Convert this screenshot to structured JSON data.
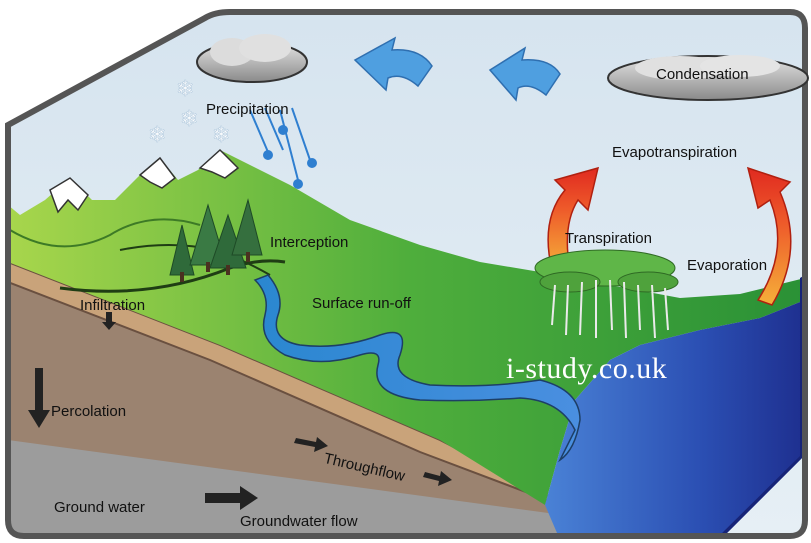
{
  "labels": {
    "condensation": "Condensation",
    "precipitation": "Precipitation",
    "evapotranspiration": "Evapotranspiration",
    "transpiration": "Transpiration",
    "evaporation": "Evaporation",
    "interception": "Interception",
    "infiltration": "Infiltration",
    "surface_runoff": "Surface run-off",
    "percolation": "Percolation",
    "throughflow": "Throughflow",
    "ground_water": "Ground water",
    "groundwater_flow": "Groundwater flow"
  },
  "watermark": "i-study.co.uk",
  "colors": {
    "sky": "#dde9f2",
    "grass_light": "#9ed24a",
    "grass_dark": "#2f9a3a",
    "soil": "#9b8370",
    "soil_band": "#c9a37a",
    "groundwater": "#9c9c9c",
    "river": "#3a8fd6",
    "sea_dark": "#1e2f8f",
    "sea_light": "#3f74cf",
    "arrow_red": "#e8402a",
    "arrow_blue": "#4f9fe0",
    "frame": "#555555"
  }
}
